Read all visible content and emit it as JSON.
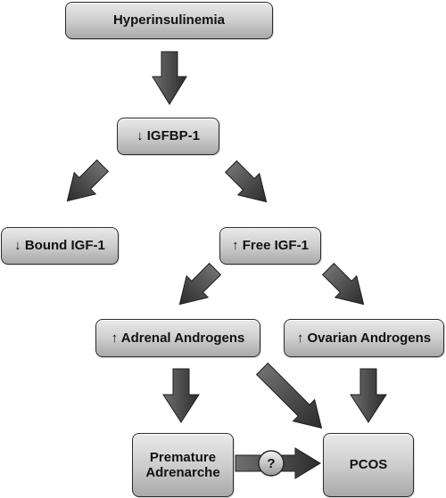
{
  "diagram": {
    "nodes": {
      "hyperinsulinemia": "Hyperinsulinemia",
      "igfbp1": "↓ IGFBP-1",
      "bound_igf1": "↓ Bound IGF-1",
      "free_igf1": "↑ Free IGF-1",
      "adrenal_androgens": "↑ Adrenal Androgens",
      "ovarian_androgens": "↑ Ovarian Androgens",
      "premature_adrenarche": "Premature Adrenarche",
      "pcos": "PCOS"
    },
    "unknown_link_label": "?"
  }
}
